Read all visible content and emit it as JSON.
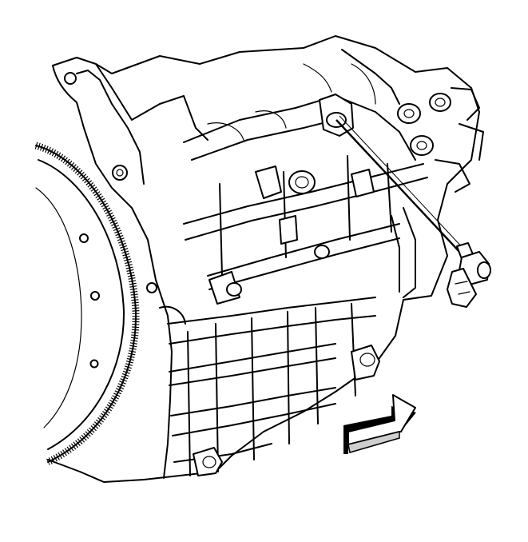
{
  "illustration": {
    "subject": "engine-block-side-view",
    "parts": [
      "flywheel",
      "engine-block",
      "oil-pan",
      "knock-sensor",
      "direction-arrow"
    ],
    "colors": {
      "line": "#000000",
      "background": "#ffffff",
      "shade": "#cfcfcf"
    }
  }
}
